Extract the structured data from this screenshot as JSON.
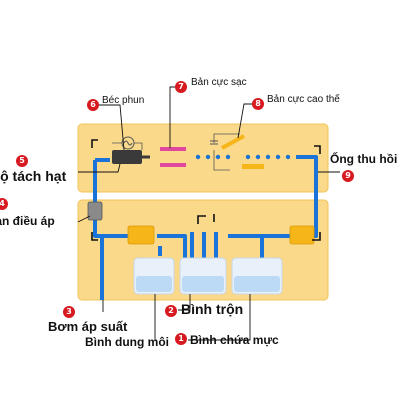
{
  "diagram": {
    "labels": {
      "nozzle": "Béc phun",
      "charge_plate": "Bản cực sạc",
      "hv_plate": "Bản cực cao thế",
      "separator": "Bộ tách hạt",
      "return_pipe": "Ống thu hồi",
      "regulator": "Van điều áp",
      "pump": "Bơm áp suất",
      "mixer": "Bình trộn",
      "solvent": "Bình dung môi",
      "ink": "Bình chứa mực"
    },
    "badges": {
      "ink": "1",
      "mixer": "2",
      "pump": "3",
      "regulator": "4",
      "separator": "5",
      "nozzle": "6",
      "charge_plate": "7",
      "hv_plate": "8",
      "return_pipe": "9"
    },
    "colors": {
      "panel_fill": "#fbd98a",
      "panel_stroke": "#f2c45a",
      "pipe": "#1a73d9",
      "valve": "#f6b518",
      "tank_fill": "#e8f0fa",
      "liquid": "#bcd9f5",
      "nozzle": "#3a3a3a",
      "charge_plate": "#e0479e",
      "hv_plate": "#f6b518",
      "regulator": "#8a8a8a",
      "badge": "#d71920",
      "arrow": "#111111"
    }
  }
}
